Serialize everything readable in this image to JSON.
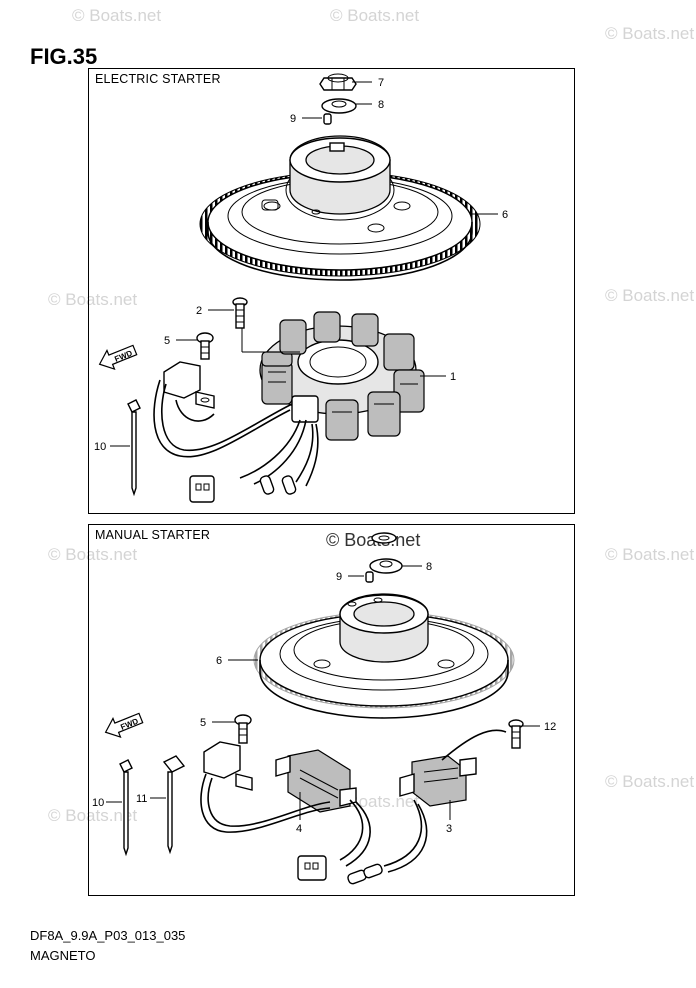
{
  "figure_title": "FIG.35",
  "panels": {
    "electric": {
      "label": "ELECTRIC STARTER"
    },
    "manual": {
      "label": "MANUAL STARTER"
    }
  },
  "callouts": {
    "electric": [
      "7",
      "8",
      "9",
      "6",
      "2",
      "5",
      "1",
      "10"
    ],
    "manual": [
      "8",
      "9",
      "6",
      "5",
      "12",
      "10",
      "11",
      "4",
      "3"
    ]
  },
  "direction_label": "FWD",
  "watermark": "© Boats.net",
  "footer": {
    "code": "DF8A_9.9A_P03_013_035",
    "caption": "MAGNETO"
  }
}
